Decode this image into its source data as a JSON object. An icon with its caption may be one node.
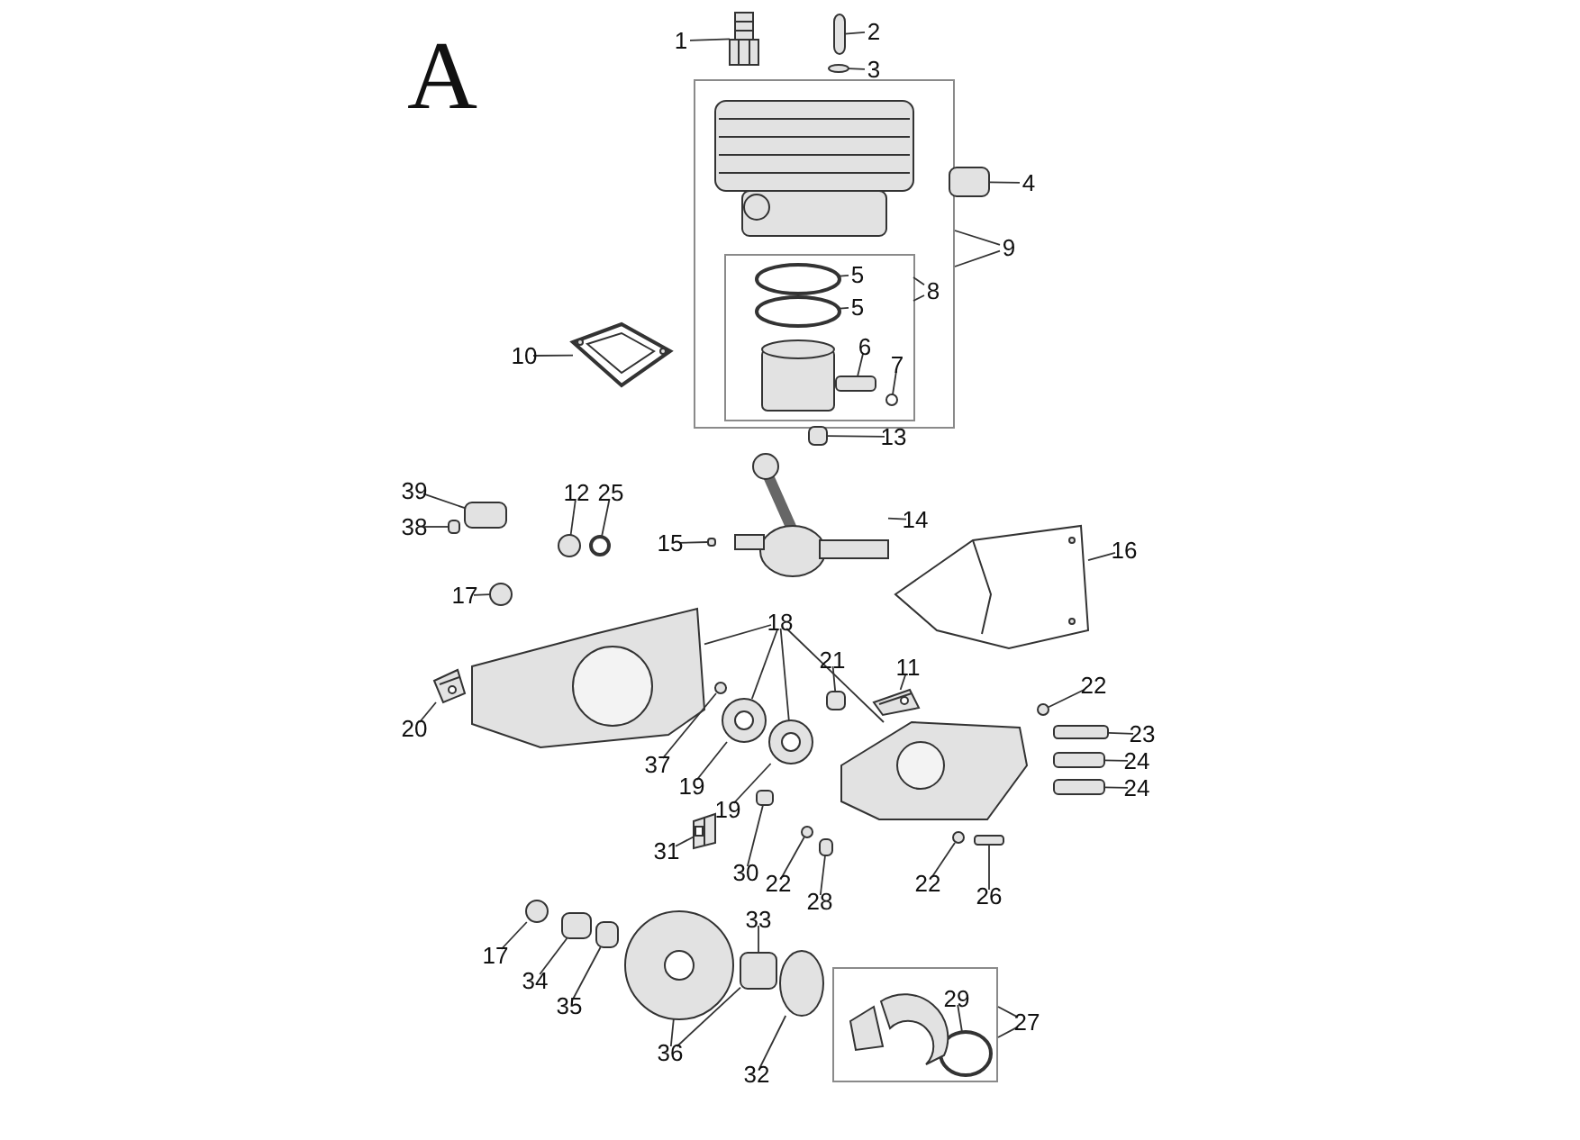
{
  "diagram": {
    "nodes": [
      {
        "text": [
          "1"
        ]
      },
      {
        "text": [
          "2"
        ]
      },
      {
        "text": [
          "3"
        ]
      },
      {
        "text": [],
        "shape": "box"
      },
      {
        "text": [],
        "shape": "box",
        "in": 3
      },
      {
        "text": [
          "5"
        ],
        "in": 4
      },
      {
        "text": [
          "5"
        ],
        "in": 4
      },
      {
        "text": [
          "6"
        ],
        "in": 4
      },
      {
        "text": [
          "7"
        ],
        "in": 4
      },
      {
        "text": [
          "4"
        ]
      },
      {
        "text": [
          "9"
        ]
      },
      {
        "text": [
          "8"
        ],
        "in": 3
      },
      {
        "text": [
          "10"
        ]
      },
      {
        "text": [
          "13"
        ]
      },
      {
        "text": [
          "39"
        ]
      },
      {
        "text": [
          "12"
        ]
      },
      {
        "text": [
          "25"
        ]
      },
      {
        "text": [
          "14"
        ]
      },
      {
        "text": [
          "38"
        ]
      },
      {
        "text": [
          "15"
        ]
      },
      {
        "text": [
          "16"
        ]
      },
      {
        "text": [
          "17"
        ]
      },
      {
        "text": [
          "18"
        ]
      },
      {
        "text": [
          "21"
        ]
      },
      {
        "text": [
          "11"
        ]
      },
      {
        "text": [
          "22"
        ]
      },
      {
        "text": [
          "20"
        ]
      },
      {
        "text": [
          "37"
        ]
      },
      {
        "text": [
          "23"
        ]
      },
      {
        "text": [
          "19"
        ]
      },
      {
        "text": [
          "24"
        ]
      },
      {
        "text": [
          "19"
        ]
      },
      {
        "text": [
          "24"
        ]
      },
      {
        "text": [
          "31"
        ]
      },
      {
        "text": [
          "30"
        ]
      },
      {
        "text": [
          "22"
        ]
      },
      {
        "text": [
          "22"
        ]
      },
      {
        "text": [
          "28"
        ]
      },
      {
        "text": [
          "26"
        ]
      },
      {
        "text": [
          "33"
        ]
      },
      {
        "text": [
          "17"
        ]
      },
      {
        "text": [
          "34"
        ]
      },
      {
        "text": [],
        "shape": "box"
      },
      {
        "text": [
          "29"
        ],
        "in": 42
      },
      {
        "text": [
          "27"
        ]
      },
      {
        "text": [
          "35"
        ]
      },
      {
        "text": [
          "36"
        ]
      },
      {
        "text": [
          "32"
        ]
      },
      {
        "text": [],
        "shape": "picture"
      },
      {
        "text": [],
        "shape": "box"
      },
      {
        "text": [],
        "shape": "circle"
      },
      {
        "text": [],
        "shape": "box"
      },
      {
        "text": [],
        "shape": "circle",
        "in": 4
      },
      {
        "text": [],
        "shape": "circle",
        "in": 4
      },
      {
        "text": [],
        "shape": "box",
        "in": 4
      },
      {
        "text": [],
        "shape": "circle",
        "in": 4
      },
      {
        "text": [],
        "shape": "picture"
      },
      {
        "text": [],
        "shape": "box"
      },
      {
        "text": [],
        "shape": "picture"
      },
      {
        "text": [],
        "shape": "box"
      },
      {
        "text": [],
        "shape": "picture"
      },
      {
        "text": [],
        "shape": "box"
      },
      {
        "text": [],
        "shape": "box"
      },
      {
        "text": [],
        "shape": "circle"
      },
      {
        "text": [],
        "shape": "circle"
      },
      {
        "text": [],
        "shape": "circle"
      },
      {
        "text": [],
        "shape": "picture"
      },
      {
        "text": [],
        "shape": "picture"
      },
      {
        "text": [],
        "shape": "circle"
      },
      {
        "text": [],
        "shape": "picture"
      },
      {
        "text": [],
        "shape": "picture"
      },
      {
        "text": [],
        "shape": "picture"
      },
      {
        "text": [],
        "shape": "box"
      },
      {
        "text": [],
        "shape": "picture"
      },
      {
        "text": [],
        "shape": "circle"
      },
      {
        "text": [],
        "shape": "box"
      },
      {
        "text": [],
        "shape": "box"
      },
      {
        "text": [],
        "shape": "box"
      },
      {
        "text": [],
        "shape": "picture"
      },
      {
        "text": [],
        "shape": "box"
      },
      {
        "text": [],
        "shape": "circle"
      },
      {
        "text": [],
        "shape": "circle"
      },
      {
        "text": [],
        "shape": "box"
      },
      {
        "text": [],
        "shape": "box"
      },
      {
        "text": [],
        "shape": "circle"
      },
      {
        "text": [],
        "shape": "box"
      },
      {
        "text": [],
        "shape": "box"
      },
      {
        "text": [],
        "shape": "picture"
      },
      {
        "text": [],
        "shape": "box"
      },
      {
        "text": [],
        "shape": "circle"
      },
      {
        "text": [],
        "shape": "circle",
        "in": 42
      }
    ],
    "edges": [
      {
        "from": 0,
        "to": 48,
        "arrow": "none"
      },
      {
        "from": 1,
        "to": 49,
        "arrow": "none"
      },
      {
        "from": 2,
        "to": 50,
        "arrow": "none"
      },
      {
        "from": 9,
        "to": 51,
        "arrow": "none"
      },
      {
        "from": 10,
        "to": 3,
        "arrow": "none"
      },
      {
        "from": 5,
        "to": 52,
        "arrow": "none"
      },
      {
        "from": 6,
        "to": 53,
        "arrow": "none"
      },
      {
        "from": 11,
        "to": 4,
        "arrow": "none"
      },
      {
        "from": 7,
        "to": 54,
        "arrow": "none"
      },
      {
        "from": 8,
        "to": 55,
        "arrow": "none"
      },
      {
        "from": 12,
        "to": 56,
        "arrow": "none"
      },
      {
        "from": 13,
        "to": 57,
        "arrow": "none"
      },
      {
        "from": 14,
        "to": 61,
        "arrow": "none"
      },
      {
        "from": 15,
        "to": 63,
        "arrow": "none"
      },
      {
        "from": 16,
        "to": 64,
        "arrow": "none"
      },
      {
        "from": 17,
        "to": 58,
        "arrow": "none"
      },
      {
        "from": 18,
        "to": 62,
        "arrow": "none"
      },
      {
        "from": 19,
        "to": 59,
        "arrow": "none"
      },
      {
        "from": 20,
        "to": 60,
        "arrow": "none"
      },
      {
        "from": 21,
        "to": 65,
        "arrow": "none"
      },
      {
        "from": 22,
        "to": 66,
        "arrow": "none"
      },
      {
        "from": 22,
        "to": 69,
        "arrow": "none"
      },
      {
        "from": 22,
        "to": 70,
        "arrow": "none"
      },
      {
        "from": 22,
        "to": 71,
        "arrow": "none"
      },
      {
        "from": 23,
        "to": 72,
        "arrow": "none"
      },
      {
        "from": 24,
        "to": 73,
        "arrow": "none"
      },
      {
        "from": 25,
        "to": 74,
        "arrow": "none"
      },
      {
        "from": 26,
        "to": 67,
        "arrow": "none"
      },
      {
        "from": 27,
        "to": 68,
        "arrow": "none"
      },
      {
        "from": 28,
        "to": 75,
        "arrow": "none"
      },
      {
        "from": 29,
        "to": 69,
        "arrow": "none"
      },
      {
        "from": 30,
        "to": 76,
        "arrow": "none"
      },
      {
        "from": 31,
        "to": 70,
        "arrow": "none"
      },
      {
        "from": 32,
        "to": 77,
        "arrow": "none"
      },
      {
        "from": 33,
        "to": 78,
        "arrow": "none"
      },
      {
        "from": 34,
        "to": 79,
        "arrow": "none"
      },
      {
        "from": 35,
        "to": 80,
        "arrow": "none"
      },
      {
        "from": 36,
        "to": 81,
        "arrow": "none"
      },
      {
        "from": 37,
        "to": 82,
        "arrow": "none"
      },
      {
        "from": 38,
        "to": 83,
        "arrow": "none"
      },
      {
        "from": 39,
        "to": 88,
        "arrow": "none"
      },
      {
        "from": 40,
        "to": 84,
        "arrow": "none"
      },
      {
        "from": 41,
        "to": 85,
        "arrow": "none"
      },
      {
        "from": 43,
        "to": 90,
        "arrow": "none"
      },
      {
        "from": 44,
        "to": 42,
        "arrow": "none"
      },
      {
        "from": 45,
        "to": 86,
        "arrow": "none"
      },
      {
        "from": 46,
        "to": 87,
        "arrow": "none"
      },
      {
        "from": 46,
        "to": 88,
        "arrow": "none"
      },
      {
        "from": 47,
        "to": 89,
        "arrow": "none"
      }
    ],
    "labels": [
      "A"
    ]
  }
}
